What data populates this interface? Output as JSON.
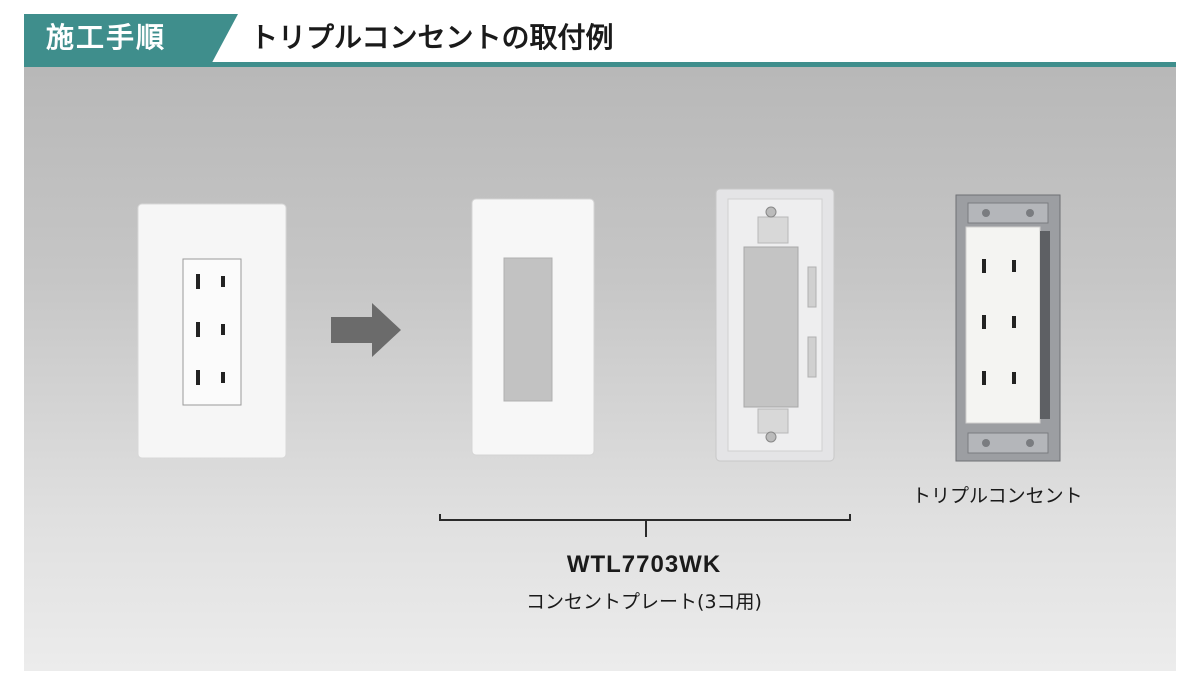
{
  "header": {
    "tag_label": "施工手順",
    "title": "トリプルコンセントの取付例"
  },
  "labels": {
    "outlet_label": "トリプルコンセント",
    "model_number": "WTL7703WK",
    "model_desc": "コンセントプレート(3コ用)"
  },
  "colors": {
    "accent": "#3f8e8c",
    "arrow": "#6b6b6b"
  },
  "icons": {
    "process_arrow": "right-arrow-icon"
  }
}
